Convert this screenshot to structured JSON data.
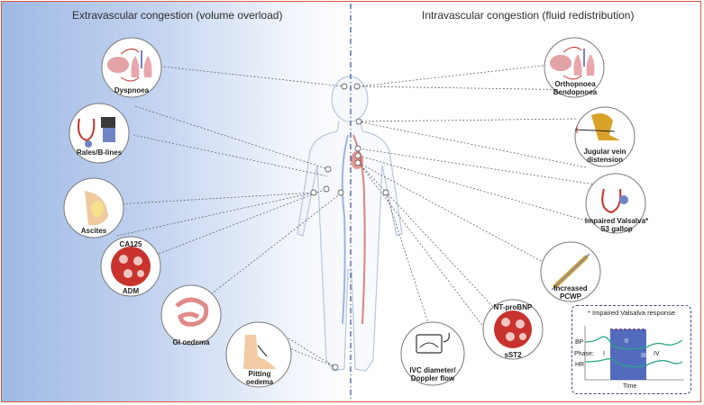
{
  "headings": {
    "left": "Extravascular congestion (volume overload)",
    "right": "Intravascular congestion (fluid redistribution)"
  },
  "left_signs": [
    {
      "id": "dyspnoea",
      "label": "Dyspnoea"
    },
    {
      "id": "rales",
      "label": "Rales/B-lines"
    },
    {
      "id": "ascites",
      "label": "Ascites"
    },
    {
      "id": "ca125",
      "label": "CA125"
    },
    {
      "id": "adm",
      "label": "ADM"
    },
    {
      "id": "gi",
      "label": "GI oedema"
    },
    {
      "id": "pitting",
      "label_line1": "Pitting",
      "label_line2": "oedema"
    }
  ],
  "right_signs": [
    {
      "id": "orthopnoea",
      "label_line1": "Orthopnoea",
      "label_line2": "Bendopnoea"
    },
    {
      "id": "jugular",
      "label_line1": "Jugular vein",
      "label_line2": "distension"
    },
    {
      "id": "valsalva_s3",
      "label_line1": "Impaired Valsalva*",
      "label_line2": "S3 gallop"
    },
    {
      "id": "pcwp",
      "label_line1": "Increased",
      "label_line2": "PCWP"
    },
    {
      "id": "ntprobnp",
      "label": "NT-proBNP"
    },
    {
      "id": "sst2",
      "label": "sST2"
    },
    {
      "id": "ivc",
      "label_line1": "IVC diameter/",
      "label_line2": "Doppler flow"
    }
  ],
  "valsalva_inset": {
    "title": "* Impaired Valsalva response",
    "bp_label": "BP",
    "phase_label": "Phase:",
    "hr_label": "HR",
    "phases": [
      "I",
      "II",
      "III",
      "IV"
    ],
    "time_label": "Time"
  },
  "colors": {
    "border": "#e0573c",
    "left_gradient_start": "#9fb9e4",
    "divider": "#2f4f8f",
    "blood_red": "#c8332d",
    "valsalva_box": "#5b3a8a",
    "valsalva_phase": "#3f5bb5"
  }
}
